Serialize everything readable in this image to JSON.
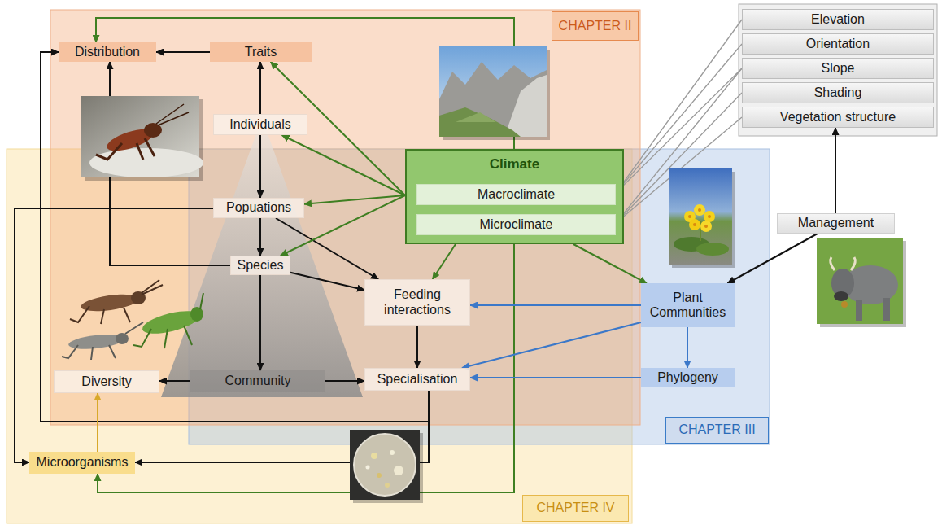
{
  "diagram": {
    "nodes": [
      {
        "text": [
          "CHAPTER II"
        ]
      },
      {
        "text": [
          "Distribution"
        ]
      },
      {
        "text": [
          "Traits"
        ]
      },
      {
        "text": [
          "Elevation"
        ]
      },
      {
        "text": [
          "Orientation"
        ]
      },
      {
        "text": [
          "Slope"
        ]
      },
      {
        "text": [
          "Shading"
        ]
      },
      {
        "text": [
          "Vegetation structure"
        ]
      },
      {
        "text": [
          "Individuals"
        ]
      },
      {
        "text": [
          "Climate"
        ]
      },
      {
        "text": [
          "Macroclimate"
        ],
        "in": 9
      },
      {
        "text": [
          "Microclimate"
        ],
        "in": 9
      },
      {
        "text": [
          "Popuations"
        ]
      },
      {
        "text": [
          "Management"
        ]
      },
      {
        "text": [
          "Species"
        ]
      },
      {
        "text": [
          "Feeding interactions"
        ]
      },
      {
        "text": [
          "Plant Communities"
        ]
      },
      {
        "text": [
          "Diversity"
        ]
      },
      {
        "text": [
          "Community"
        ]
      },
      {
        "text": [
          "Specialisation"
        ]
      },
      {
        "text": [
          "Phylogeny"
        ]
      },
      {
        "text": [
          "CHAPTER III"
        ]
      },
      {
        "text": [
          "Microorganisms"
        ]
      },
      {
        "text": [
          "CHAPTER IV"
        ]
      }
    ],
    "edges": [
      {
        "from": 9,
        "to": 1,
        "arrow": "to"
      },
      {
        "from": 2,
        "to": 1,
        "arrow": "to"
      },
      {
        "from": 8,
        "to": 2,
        "arrow": "to"
      },
      {
        "from": 8,
        "to": 12,
        "arrow": "to"
      },
      {
        "from": 12,
        "to": 14,
        "arrow": "to"
      },
      {
        "from": 14,
        "to": 18,
        "arrow": "to"
      },
      {
        "from": 18,
        "to": 17,
        "arrow": "to"
      },
      {
        "from": 18,
        "to": 19,
        "arrow": "to"
      },
      {
        "from": 15,
        "to": 19,
        "arrow": "to"
      },
      {
        "from": 12,
        "to": 15,
        "arrow": "to"
      },
      {
        "from": 14,
        "to": 15,
        "arrow": "to"
      },
      {
        "from": 9,
        "to": 2,
        "arrow": "to"
      },
      {
        "from": 9,
        "to": 8,
        "arrow": "to"
      },
      {
        "from": 9,
        "to": 12,
        "arrow": "to"
      },
      {
        "from": 9,
        "to": 14,
        "arrow": "to"
      },
      {
        "from": 9,
        "to": 15,
        "arrow": "to"
      },
      {
        "from": 9,
        "to": 16,
        "arrow": "to"
      },
      {
        "from": 9,
        "to": 22,
        "arrow": "to"
      },
      {
        "from": 14,
        "to": 1,
        "arrow": "to"
      },
      {
        "from": 12,
        "to": 22,
        "arrow": "to"
      },
      {
        "from": 19,
        "to": 1,
        "arrow": "to"
      },
      {
        "from": 19,
        "to": 22,
        "arrow": "to"
      },
      {
        "from": 22,
        "to": 17,
        "arrow": "to"
      },
      {
        "from": 16,
        "to": 15,
        "arrow": "to"
      },
      {
        "from": 16,
        "to": 19,
        "arrow": "to"
      },
      {
        "from": 20,
        "to": 19,
        "arrow": "to"
      },
      {
        "from": 16,
        "to": 20,
        "arrow": "to"
      },
      {
        "from": 13,
        "to": 16,
        "arrow": "to"
      },
      {
        "from": 13,
        "to": 7,
        "arrow": "to"
      },
      {
        "from": 10,
        "to": 3,
        "arrow": "none"
      },
      {
        "from": 10,
        "to": 4,
        "arrow": "none"
      },
      {
        "from": 10,
        "to": 5,
        "arrow": "none"
      },
      {
        "from": 11,
        "to": 5,
        "arrow": "none"
      },
      {
        "from": 11,
        "to": 6,
        "arrow": "none"
      },
      {
        "from": 11,
        "to": 7,
        "arrow": "none"
      }
    ]
  }
}
